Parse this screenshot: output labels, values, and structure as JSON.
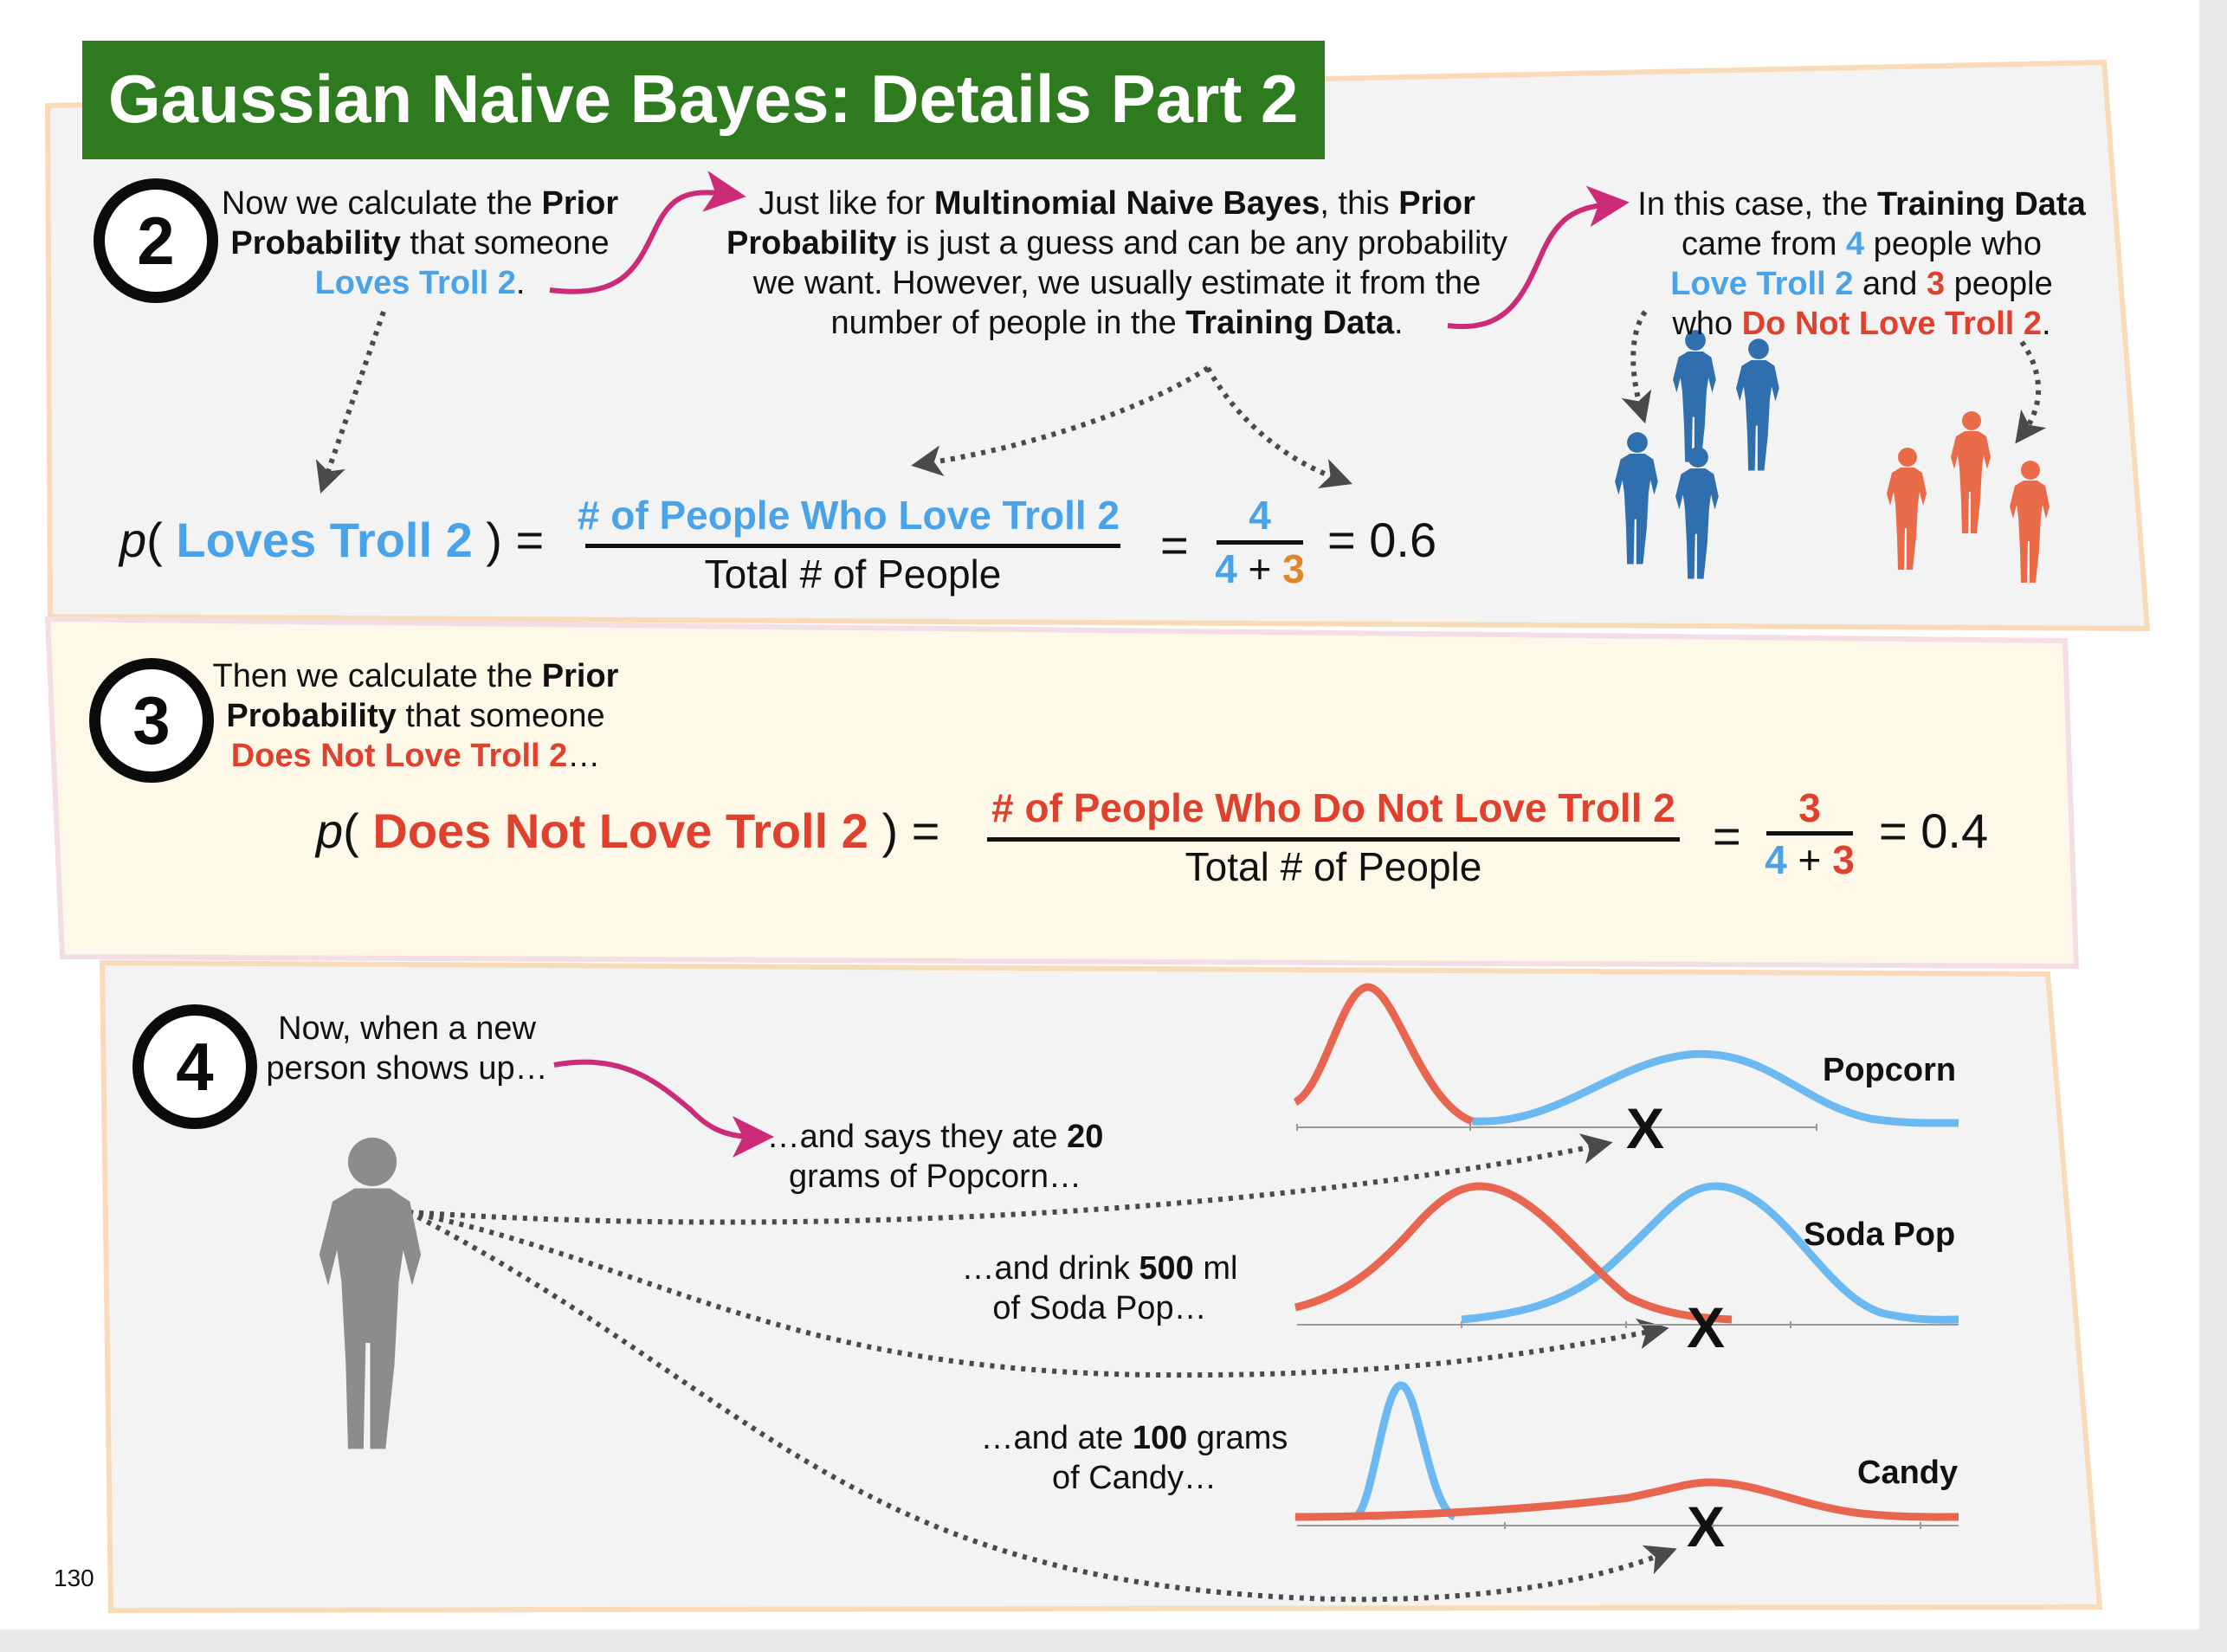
{
  "title": "Gaussian Naive Bayes: Details Part 2",
  "page_number": "130",
  "colors": {
    "title_bg": "#2e7a1e",
    "blue": "#4aa3e8",
    "red": "#e0412f",
    "magenta": "#cc2b78",
    "figure_blue": "#2f6fae",
    "figure_red": "#ea6b4a",
    "gray_person": "#8c8c8c"
  },
  "step2": {
    "number": "2",
    "intro": {
      "l1a": "Now we calculate the ",
      "l1b": "Prior",
      "l2a": "Probability",
      "l2b": " that someone",
      "l3a": "Loves Troll 2",
      "l3b": "."
    },
    "middle": {
      "l1a": "Just like for ",
      "l1b": "Multinomial Naive Bayes",
      "l1c": ", this ",
      "l1d": "Prior",
      "l2a": "Probability",
      "l2b": " is just a guess and can be any probability",
      "l3": "we want. However, we usually estimate it from the",
      "l4a": "number of people in the ",
      "l4b": "Training Data",
      "l4c": "."
    },
    "right": {
      "l1a": "In this case, the ",
      "l1b": "Training Data",
      "l2a": "came from ",
      "l2b": "4",
      "l2c": " people who",
      "l3a": "Love Troll 2",
      "l3b": " and ",
      "l3c": "3",
      "l3d": " people",
      "l4a": "who ",
      "l4b": "Do Not Love Troll 2",
      "l4c": "."
    },
    "formula": {
      "p": "p",
      "open": "( ",
      "label": "Loves Troll 2",
      "close": " ) =",
      "numerator": "# of People Who Love Troll 2",
      "denominator": "Total # of People",
      "eq1": "=",
      "small_num": "4",
      "small_den_a": "4",
      "small_den_plus": " + ",
      "small_den_b": "3",
      "result": "= 0.6"
    },
    "figures": {
      "loves": 4,
      "does_not_love": 3
    }
  },
  "step3": {
    "number": "3",
    "intro": {
      "l1a": "Then we calculate the ",
      "l1b": "Prior",
      "l2a": "Probability",
      "l2b": " that someone",
      "l3a": "Does Not Love Troll 2",
      "l3b": "…"
    },
    "formula": {
      "p": "p",
      "open": "( ",
      "label": "Does Not Love Troll 2",
      "close": " ) =",
      "numerator": "# of People Who Do Not Love Troll 2",
      "denominator": "Total # of People",
      "eq1": "=",
      "small_num": "3",
      "small_den_a": "4",
      "small_den_plus": " + ",
      "small_den_b": "3",
      "result": "= 0.4"
    }
  },
  "step4": {
    "number": "4",
    "intro": {
      "l1": "Now, when a new",
      "l2": "person shows up…"
    },
    "popcorn_text": {
      "l1a": "…and says they ate ",
      "l1b": "20",
      "l2": "grams of Popcorn…"
    },
    "soda_text": {
      "l1a": "…and drink ",
      "l1b": "500",
      "l1c": " ml",
      "l2": "of Soda Pop…"
    },
    "candy_text": {
      "l1a": "…and ate ",
      "l1b": "100",
      "l1c": " grams",
      "l2": "of Candy…"
    },
    "curves": [
      {
        "label": "Popcorn",
        "marker": "X"
      },
      {
        "label": "Soda Pop",
        "marker": "X"
      },
      {
        "label": "Candy",
        "marker": "X"
      }
    ]
  }
}
